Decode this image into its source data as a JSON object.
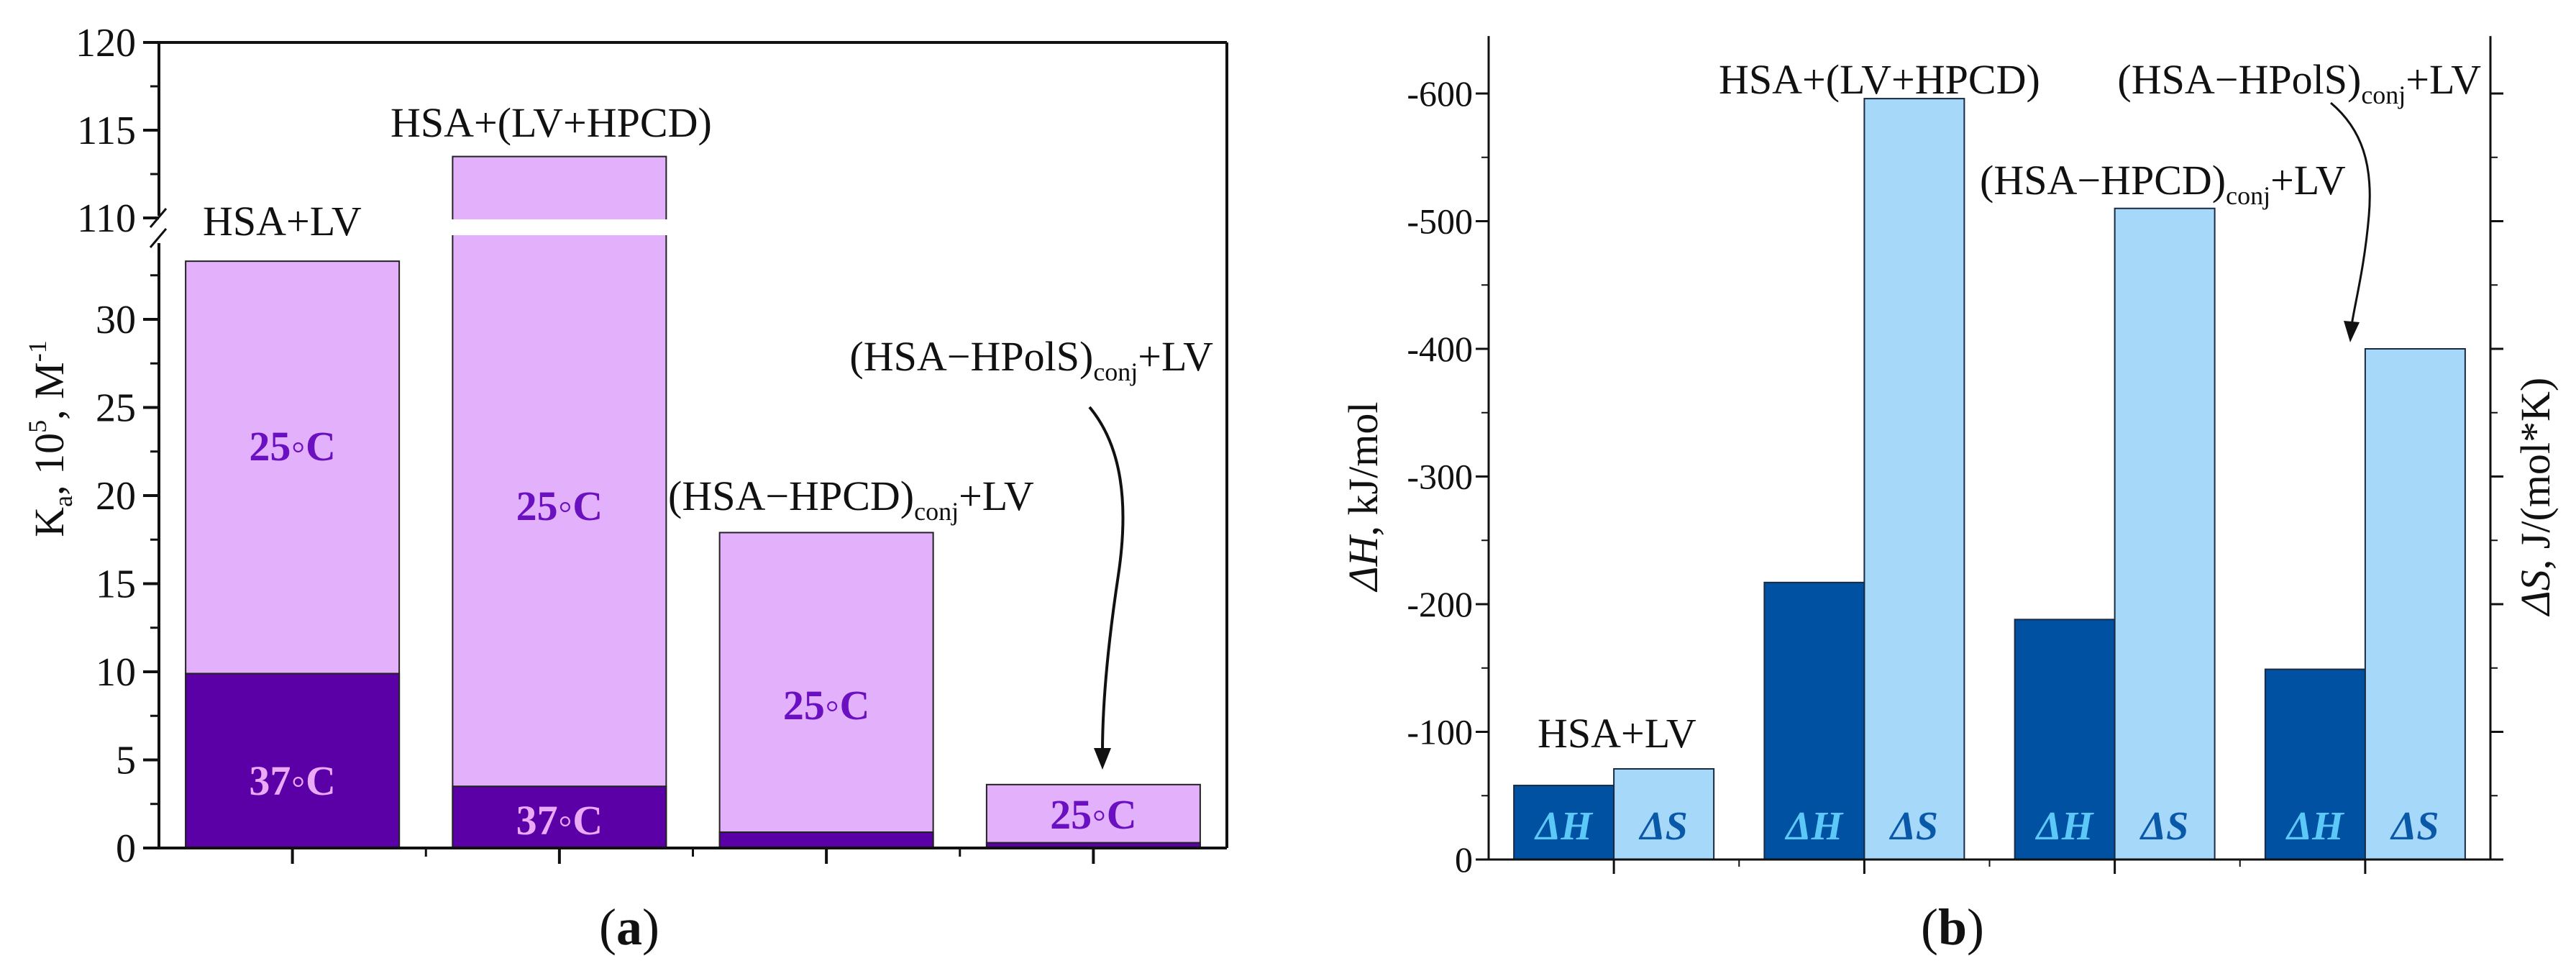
{
  "colors": {
    "bar_25C": "#e3b1fb",
    "bar_37C": "#5b00a6",
    "label_25C": "#6a10c0",
    "label_37C": "#eaaaf8",
    "bar_dH": "#0051a2",
    "bar_dS": "#a6d8fa",
    "label_dH": "#5cc8f7",
    "label_dS": "#0a58a8",
    "axis": "#111111"
  },
  "chart_data": [
    {
      "type": "bar",
      "panel_label": {
        "open": "(",
        "letter": "a",
        "close": ")"
      },
      "categories": [
        {
          "main": "HSA+LV",
          "sub": "",
          "tail": ""
        },
        {
          "main": "HSA+(LV+HPCD)",
          "sub": "",
          "tail": ""
        },
        {
          "main": "(HSA−HPCD)",
          "sub": "conj",
          "tail": "+LV"
        },
        {
          "main": "(HSA−HPolS)",
          "sub": "conj",
          "tail": "+LV"
        }
      ],
      "series": [
        {
          "name": "25◦C",
          "values": [
            33.3,
            113.5,
            17.9,
            3.6
          ],
          "bar_labels": [
            "25◦C",
            "25◦C",
            "25◦C",
            "25◦C"
          ]
        },
        {
          "name": "37◦C",
          "values": [
            9.9,
            3.5,
            0.9,
            0.3
          ],
          "bar_labels": [
            "37◦C",
            "37◦C",
            "",
            ""
          ]
        }
      ],
      "ylabel": {
        "k": "K",
        "k_sub": "a",
        "mid": ", 10",
        "mid_sup": "5",
        "unit": ", M",
        "unit_sup": "-1"
      },
      "ylim": [
        0,
        120
      ],
      "y_break": [
        34.5,
        110
      ],
      "yticks_lower": [
        "0",
        "5",
        "10",
        "15",
        "20",
        "25",
        "30"
      ],
      "yticks_upper": [
        "110",
        "115",
        "120"
      ],
      "overlap": true,
      "grid": false
    },
    {
      "type": "bar",
      "panel_label": {
        "open": "(",
        "letter": "b",
        "close": ")"
      },
      "categories": [
        {
          "main": "HSA+LV",
          "sub": "",
          "tail": ""
        },
        {
          "main": "HSA+(LV+HPCD)",
          "sub": "",
          "tail": ""
        },
        {
          "main": "(HSA−HPCD)",
          "sub": "conj",
          "tail": "+LV"
        },
        {
          "main": "(HSA−HPolS)",
          "sub": "conj",
          "tail": "+LV"
        }
      ],
      "series": [
        {
          "name": "ΔH",
          "axis": "left",
          "values": [
            -58,
            -217,
            -188,
            -149
          ],
          "bar_label": "ΔH"
        },
        {
          "name": "ΔS",
          "axis": "right",
          "values": [
            -71,
            -596,
            -510,
            -400
          ],
          "bar_label": "ΔS"
        }
      ],
      "ylabel": {
        "sym": "ΔH",
        "unit": ", kJ/mol"
      },
      "y2label": {
        "sym": "ΔS",
        "unit": ", J/(mol*K)"
      },
      "ylim": [
        0,
        -645
      ],
      "yticks": [
        "0",
        "-100",
        "-200",
        "-300",
        "-400",
        "-500",
        "-600"
      ],
      "grid": false
    }
  ]
}
